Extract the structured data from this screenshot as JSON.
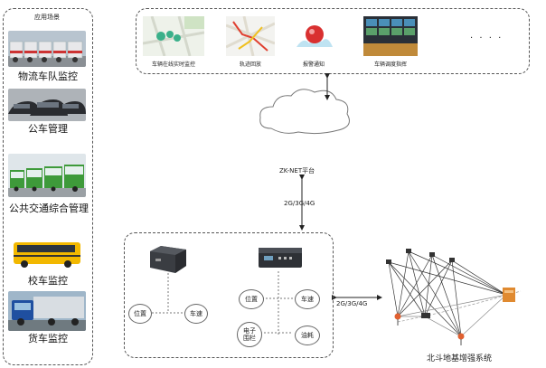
{
  "left_panel": {
    "title": "应用场景",
    "items": [
      {
        "label": "物流车队监控"
      },
      {
        "label": "公车管理"
      },
      {
        "label": "公共交通综合管理"
      },
      {
        "label": "校车监控"
      },
      {
        "label": "货车监控"
      }
    ]
  },
  "top_panel": {
    "apps": [
      {
        "label": "车辆在线实时监控"
      },
      {
        "label": "轨迹回放"
      },
      {
        "label": "报警通知"
      },
      {
        "label": "车辆调度指挥"
      }
    ],
    "ellipsis": ". . . ."
  },
  "platform": {
    "label": "ZK-NET平台"
  },
  "link_labels": {
    "vertical": "2G/3G/4G",
    "horizontal": "2G/3G/4G"
  },
  "device_panel": {
    "device1_functions": [
      "位置",
      "车速"
    ],
    "device2_functions": [
      "位置",
      "车速",
      "电子围栏",
      "油耗"
    ]
  },
  "bds_system": {
    "label": "北斗地基增强系统"
  },
  "colors": {
    "accent_red": "#d93030",
    "border": "#555555",
    "ground": "#e06030"
  }
}
